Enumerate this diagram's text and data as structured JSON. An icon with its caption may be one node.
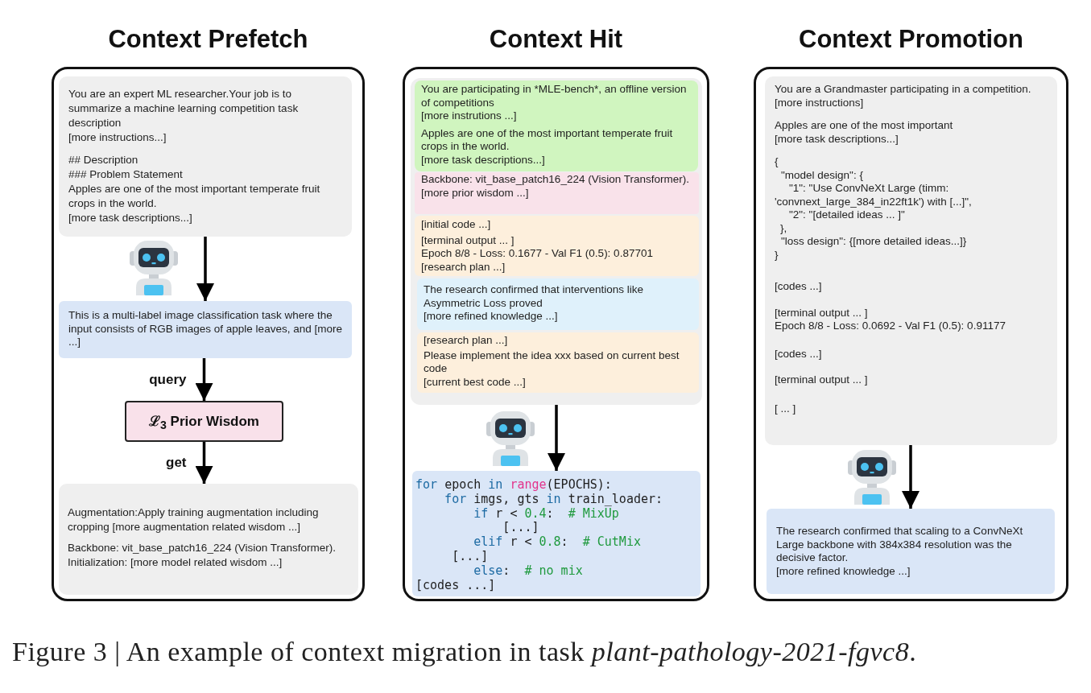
{
  "diagram": {
    "caption": "Figure 3 | An example of context migration in task *plant-pathology-2021-fgvc8*.",
    "nodes": [
      {
        "text": [
          "Context Prefetch"
        ]
      },
      {
        "text": [
          "You are an expert ML researcher.Your job is to summarize a machine learning competition task description",
          "[more instructions...]",
          "## Description",
          "### Problem Statement",
          "Apples are one of the most important temperate fruit crops in the world.",
          "[more task descriptions...]"
        ],
        "in": 0
      },
      {
        "text": [
          "This is a multi-label image classification task where the input consists of RGB images of apple leaves, and [more ...]"
        ],
        "in": 0
      },
      {
        "text": [
          "ℒ$_{3}$ Prior Wisdom"
        ],
        "in": 0
      },
      {
        "text": [
          "Augmentation:Apply training augmentation including cropping [more augmentation related wisdom ...]",
          "Backbone: vit_base_patch16_224 (Vision Transformer). Initialization: [more model related wisdom ...]"
        ],
        "in": 0
      },
      {
        "text": [
          "Context Hit"
        ]
      },
      {
        "text": [],
        "shape": "box",
        "in": 5
      },
      {
        "text": [
          "You are participating in *MLE-bench*, an offline version of competitions",
          "[more instrutions ...]",
          "Apples are one of the most important temperate fruit crops in the world.",
          "[more task descriptions...]"
        ],
        "in": 6
      },
      {
        "text": [
          "Backbone: vit_base_patch16_224 (Vision Transformer).",
          "[more prior wisdom ...]"
        ],
        "in": 6
      },
      {
        "text": [
          "[initial code ...]",
          "[terminal output ... ]",
          "Epoch 8/8 - Loss: 0.1677 - Val F1 (0.5): 0.87701",
          "[research plan ...]"
        ],
        "in": 6
      },
      {
        "text": [
          "The research confirmed that interventions like Asymmetric Loss proved",
          "[more refined knowledge ...]"
        ],
        "in": 6
      },
      {
        "text": [
          "[research plan ...]",
          "Please implement the idea xxx based on current best code",
          "[current best code ...]"
        ],
        "in": 6
      },
      {
        "text": [
          "for epoch in range(EPOCHS):",
          "for imgs, gts in train_loader:",
          "if r < 0.4:  # MixUp",
          "[...]",
          "elif r < 0.8:  # CutMix",
          "[...]",
          "else:  # no mix",
          "[codes ...]"
        ],
        "in": 5
      },
      {
        "text": [
          "Context Promotion"
        ]
      },
      {
        "text": [
          "You are a Grandmaster participating in a competition.",
          "[more instructions]",
          "Apples are one of the most important",
          "[more task descriptions...]",
          "{",
          "\"model design\": {",
          "\"1\": \"Use ConvNeXt Large (timm: 'convnext_large_384_in22ft1k') with [...]\",",
          "\"2\": \"[detailed ideas ... ]\"",
          "},",
          "\"loss design\": {[more detailed ideas...]}",
          "}",
          "[codes ...]",
          "[terminal output ... ]",
          "Epoch 8/8 - Loss: 0.0692 - Val F1 (0.5): 0.91177",
          "[codes ...]",
          "[terminal output ... ]",
          "[ ... ]"
        ],
        "in": 13
      },
      {
        "text": [
          "The research confirmed that scaling to a ConvNeXt Large backbone with 384x384 resolution was the decisive factor.",
          "[more refined knowledge ...]"
        ],
        "in": 13
      }
    ],
    "edges": [
      {
        "from": 1,
        "to": 2,
        "arrow": "to"
      },
      {
        "from": 2,
        "to": 3,
        "arrow": "to",
        "label": "query"
      },
      {
        "from": 3,
        "to": 4,
        "arrow": "to",
        "label": "get"
      },
      {
        "from": 6,
        "to": 12,
        "arrow": "to"
      },
      {
        "from": 14,
        "to": 15,
        "arrow": "to"
      }
    ]
  }
}
